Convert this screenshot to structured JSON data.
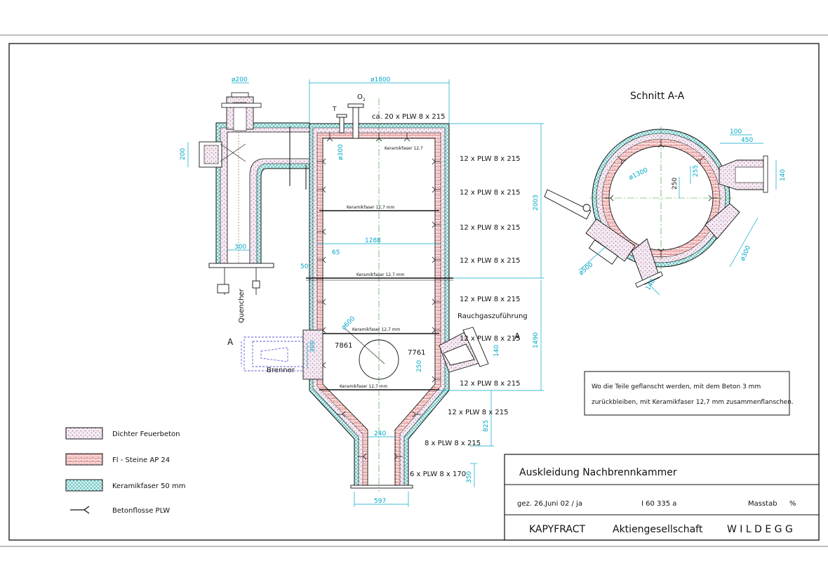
{
  "drawing": {
    "labels": {
      "section_title": "Schnitt A-A",
      "o2": "O",
      "o2_sub": "2",
      "t_port": "T",
      "quencher": "Quencher",
      "brenner": "Brenner",
      "rauchgas": "Rauchgaszuführung",
      "section_mark_left": "A",
      "section_mark_right": "A",
      "temp_left": "7861",
      "temp_right": "7761",
      "plw_top": "ca. 20 x PLW 8 x 215",
      "keramik_band": "Keramikfaser 12,7 mm",
      "keramik_top": "Keramikfaser 12,7",
      "plw_rows": [
        "12 x PLW 8 x 215",
        "12 x PLW 8 x 215",
        "12 x PLW 8 x 215",
        "12 x PLW 8 x 215",
        "12 x PLW 8 x 215",
        "12 x PLW 8 x 215",
        "12 x PLW 8 x 215",
        "12 x PLW 8 x 215",
        "8 x PLW 8 x 215",
        "6 x PLW 8 x 170"
      ]
    },
    "dimensions": {
      "d200": "ø200",
      "d1800": "ø1800",
      "d300a": "ø300",
      "w300": "300",
      "h200": "200",
      "w1288": "1288",
      "w65": "65",
      "w50": "50",
      "h2003": "2003",
      "h1490": "1490",
      "h300b": "300",
      "d600": "ø600",
      "h140": "140",
      "h250": "250",
      "h825": "825",
      "w240": "240",
      "h350": "350",
      "w597": "597",
      "s100": "100",
      "s450": "450",
      "s1300": "ø1300",
      "s250": "250",
      "s255": "255",
      "s140": "140",
      "s300": "ø300",
      "s500": "ø500",
      "s140b": "140"
    },
    "note": {
      "line1": "Wo die Teile geflanscht werden, mit dem Beton 3 mm",
      "line2": "zurückbleiben, mit Keramikfaser 12,7 mm zusammenflanschen."
    },
    "legend": [
      {
        "label": "Dichter Feuerbeton"
      },
      {
        "label": "Fl - Steine AP 24"
      },
      {
        "label": "Keramikfaser 50 mm"
      },
      {
        "label": "Betonflosse PLW"
      }
    ],
    "title_block": {
      "title": "Auskleidung Nachbrennkammer",
      "drawn": "gez. 26.Juni 02  / ja",
      "number": "I 60 335 a",
      "scale_label": "Masstab",
      "scale_value": "%",
      "company1": "KAPYFRACT",
      "company2": "Aktiengesellschaft",
      "company3": "W I L D E G G"
    },
    "colors": {
      "line": "#111111",
      "dimension": "#00a8c8",
      "burner": "#5a5adc",
      "concrete": "#c9a6c2",
      "brick": "#d46a6a",
      "fiber": "#36b8b8"
    }
  }
}
